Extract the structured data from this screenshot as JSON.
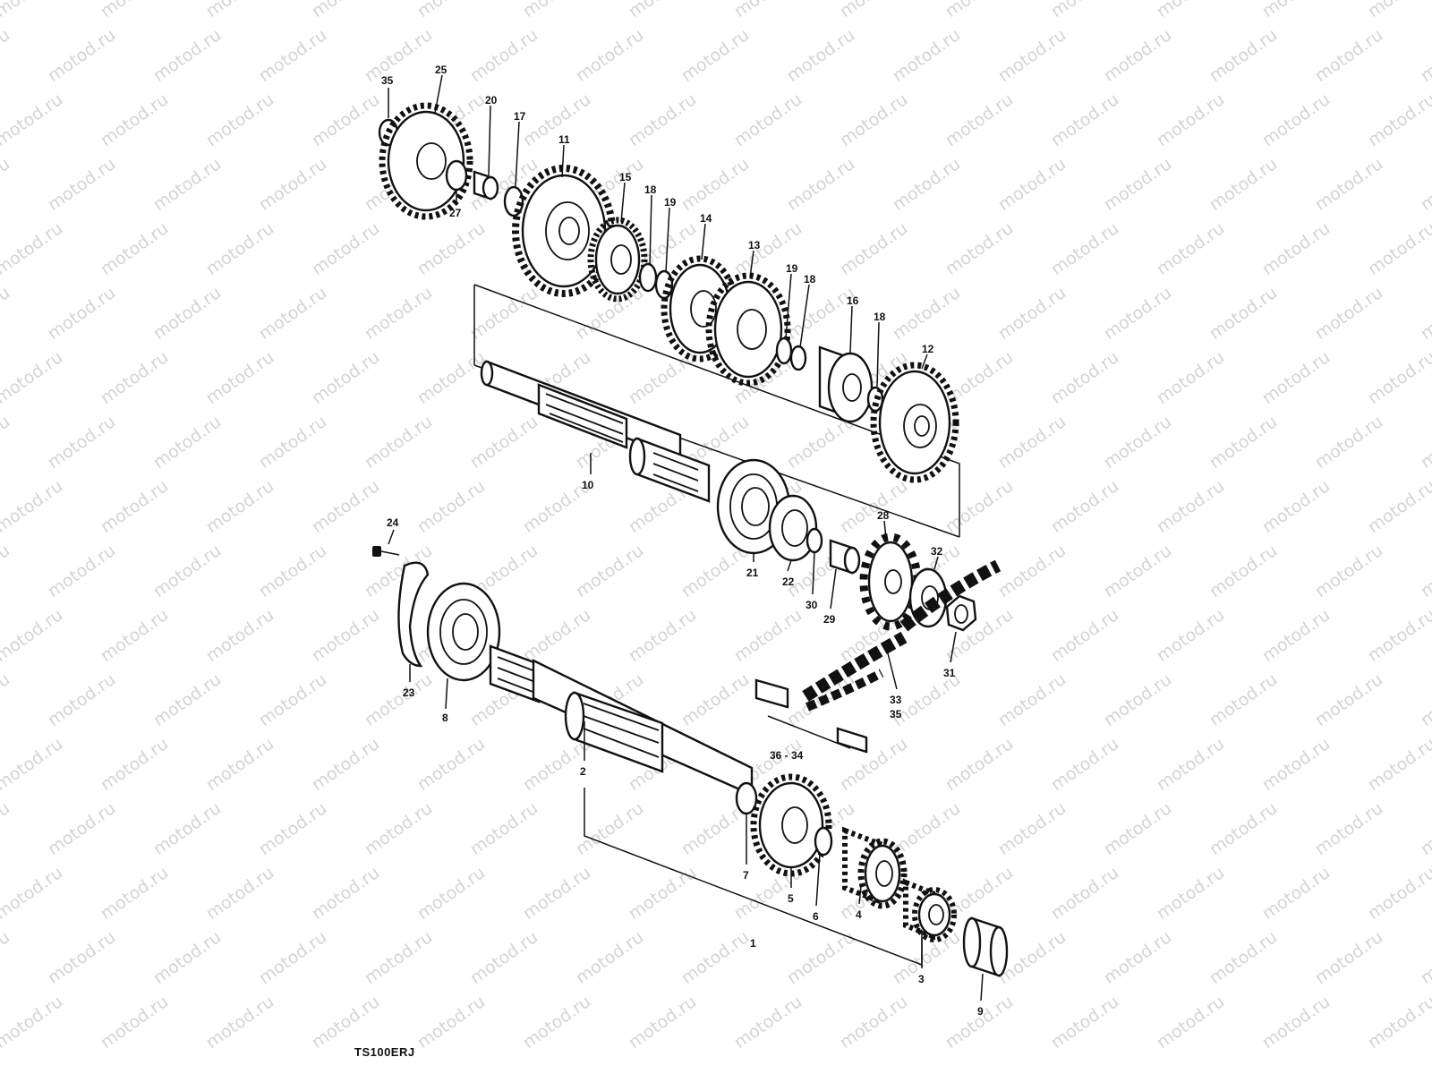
{
  "watermark": {
    "text": "motod.ru"
  },
  "caption": "TS100ERJ",
  "callouts": [
    {
      "id": "c35a",
      "text": "35"
    },
    {
      "id": "c25",
      "text": "25"
    },
    {
      "id": "c20",
      "text": "20"
    },
    {
      "id": "c17",
      "text": "17"
    },
    {
      "id": "c27",
      "text": "27"
    },
    {
      "id": "c11",
      "text": "11"
    },
    {
      "id": "c15",
      "text": "15"
    },
    {
      "id": "c18a",
      "text": "18"
    },
    {
      "id": "c19a",
      "text": "19"
    },
    {
      "id": "c14",
      "text": "14"
    },
    {
      "id": "c13",
      "text": "13"
    },
    {
      "id": "c19b",
      "text": "19"
    },
    {
      "id": "c18b",
      "text": "18"
    },
    {
      "id": "c16",
      "text": "16"
    },
    {
      "id": "c18c",
      "text": "18"
    },
    {
      "id": "c12",
      "text": "12"
    },
    {
      "id": "c10",
      "text": "10"
    },
    {
      "id": "c24",
      "text": "24"
    },
    {
      "id": "c28",
      "text": "28"
    },
    {
      "id": "c32",
      "text": "32"
    },
    {
      "id": "c21",
      "text": "21"
    },
    {
      "id": "c22",
      "text": "22"
    },
    {
      "id": "c30",
      "text": "30"
    },
    {
      "id": "c29",
      "text": "29"
    },
    {
      "id": "c31",
      "text": "31"
    },
    {
      "id": "c23",
      "text": "23"
    },
    {
      "id": "c8",
      "text": "8"
    },
    {
      "id": "c33",
      "text": "33"
    },
    {
      "id": "c35b",
      "text": "35"
    },
    {
      "id": "c3634",
      "text": "36 - 34"
    },
    {
      "id": "c2",
      "text": "2"
    },
    {
      "id": "c7",
      "text": "7"
    },
    {
      "id": "c5",
      "text": "5"
    },
    {
      "id": "c6",
      "text": "6"
    },
    {
      "id": "c4",
      "text": "4"
    },
    {
      "id": "c1",
      "text": "1"
    },
    {
      "id": "c3",
      "text": "3"
    },
    {
      "id": "c9",
      "text": "9"
    }
  ]
}
